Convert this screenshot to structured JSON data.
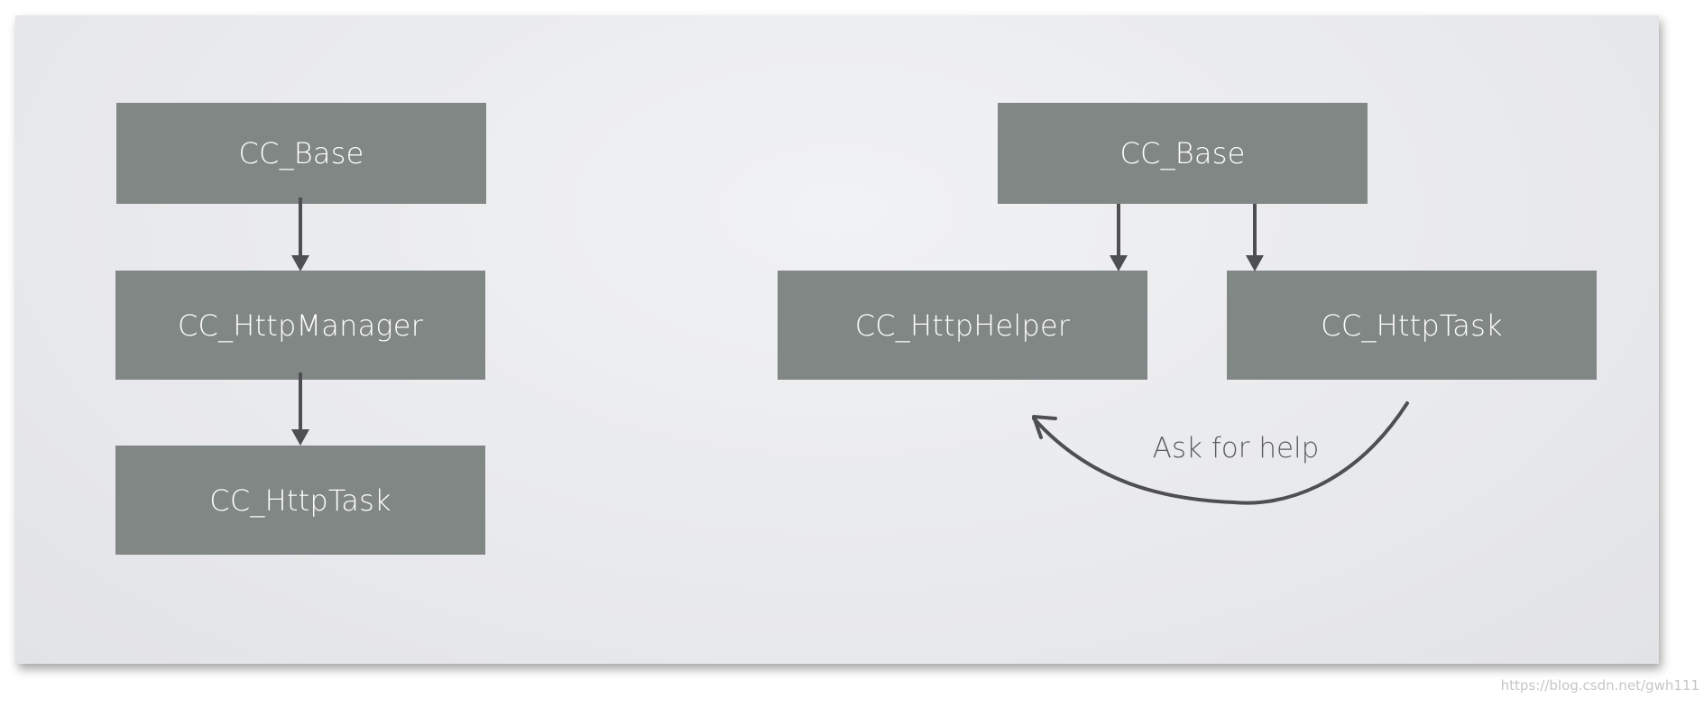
{
  "left_diagram": {
    "top_box": "CC_Base",
    "middle_box": "CC_HttpManager",
    "bottom_box": "CC_HttpTask"
  },
  "right_diagram": {
    "top_box": "CC_Base",
    "left_box": "CC_HttpHelper",
    "right_box": "CC_HttpTask",
    "curve_label": "Ask for help"
  },
  "colors": {
    "box_fill": "#818784",
    "box_text": "#ffffff",
    "arrow": "#4d4f50",
    "slide_background": "#e9eaed"
  },
  "watermark": "https://blog.csdn.net/gwh111"
}
